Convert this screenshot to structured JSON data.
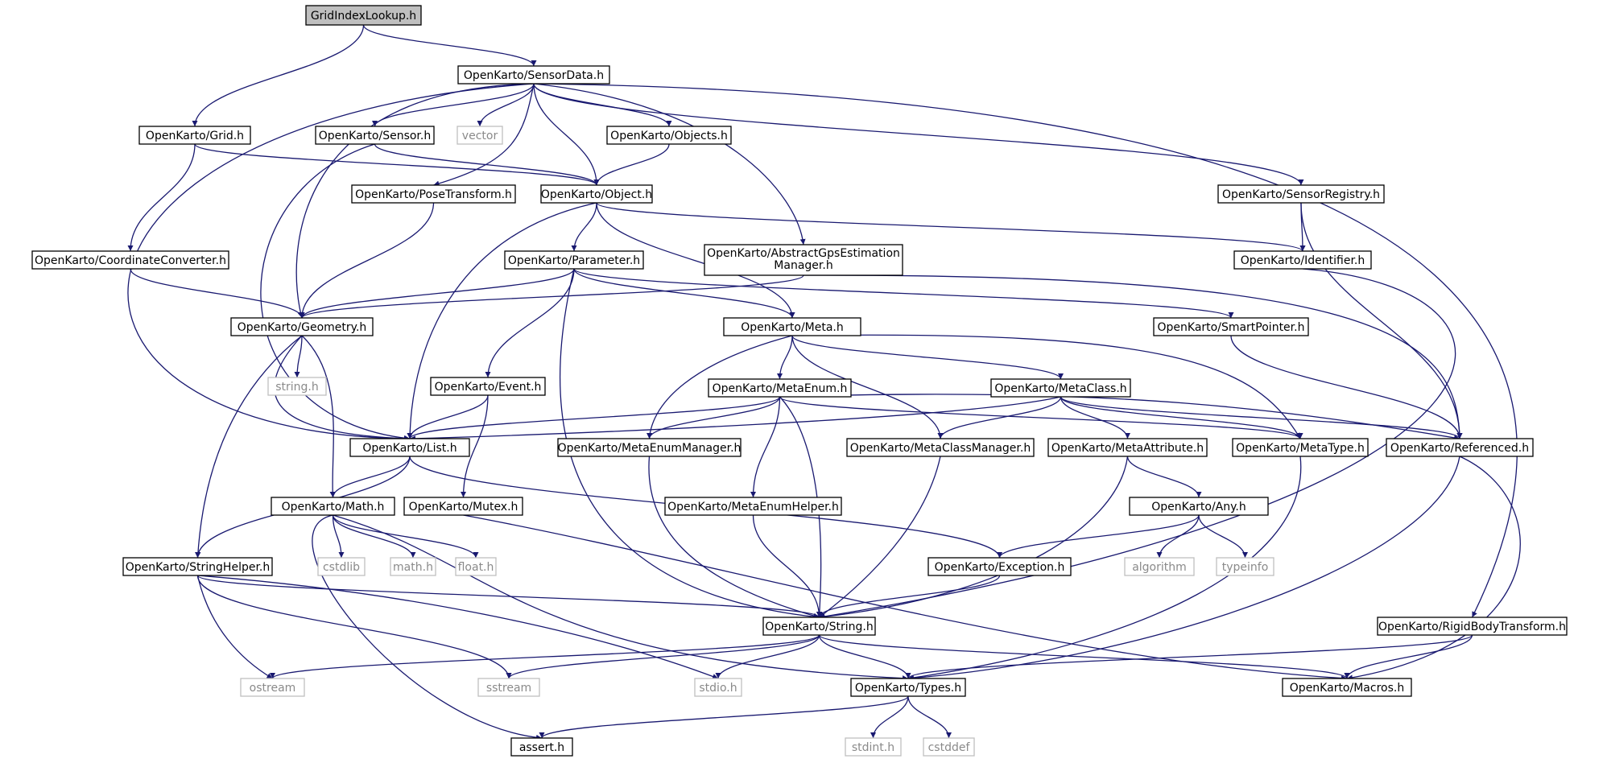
{
  "colors": {
    "edge": "#191970",
    "node_border": "#000000",
    "system_node_border": "#bfbfbf",
    "root_fill": "#bfbfbf"
  },
  "nodes": [
    {
      "id": "gridindexlookup",
      "label": "GridIndexLookup.h",
      "kind": "root"
    },
    {
      "id": "sensordata",
      "label": "OpenKarto/SensorData.h",
      "kind": "header"
    },
    {
      "id": "grid",
      "label": "OpenKarto/Grid.h",
      "kind": "header"
    },
    {
      "id": "sensor",
      "label": "OpenKarto/Sensor.h",
      "kind": "header"
    },
    {
      "id": "vector",
      "label": "vector",
      "kind": "system"
    },
    {
      "id": "objects",
      "label": "OpenKarto/Objects.h",
      "kind": "header"
    },
    {
      "id": "posetransform",
      "label": "OpenKarto/PoseTransform.h",
      "kind": "header"
    },
    {
      "id": "object",
      "label": "OpenKarto/Object.h",
      "kind": "header"
    },
    {
      "id": "sensorregistry",
      "label": "OpenKarto/SensorRegistry.h",
      "kind": "header"
    },
    {
      "id": "coordinateconverter",
      "label": "OpenKarto/CoordinateConverter.h",
      "kind": "header"
    },
    {
      "id": "parameter",
      "label": "OpenKarto/Parameter.h",
      "kind": "header"
    },
    {
      "id": "abstractgps",
      "label": "OpenKarto/AbstractGpsEstimation",
      "label2": "Manager.h",
      "kind": "header"
    },
    {
      "id": "identifier",
      "label": "OpenKarto/Identifier.h",
      "kind": "header"
    },
    {
      "id": "geometry",
      "label": "OpenKarto/Geometry.h",
      "kind": "header"
    },
    {
      "id": "meta",
      "label": "OpenKarto/Meta.h",
      "kind": "header"
    },
    {
      "id": "smartpointer",
      "label": "OpenKarto/SmartPointer.h",
      "kind": "header"
    },
    {
      "id": "string_h",
      "label": "string.h",
      "kind": "system"
    },
    {
      "id": "event",
      "label": "OpenKarto/Event.h",
      "kind": "header"
    },
    {
      "id": "metaenum",
      "label": "OpenKarto/MetaEnum.h",
      "kind": "header"
    },
    {
      "id": "metaclass",
      "label": "OpenKarto/MetaClass.h",
      "kind": "header"
    },
    {
      "id": "list",
      "label": "OpenKarto/List.h",
      "kind": "header"
    },
    {
      "id": "metaenummanager",
      "label": "OpenKarto/MetaEnumManager.h",
      "kind": "header"
    },
    {
      "id": "metaclassmanager",
      "label": "OpenKarto/MetaClassManager.h",
      "kind": "header"
    },
    {
      "id": "metaattribute",
      "label": "OpenKarto/MetaAttribute.h",
      "kind": "header"
    },
    {
      "id": "metatype",
      "label": "OpenKarto/MetaType.h",
      "kind": "header"
    },
    {
      "id": "referenced",
      "label": "OpenKarto/Referenced.h",
      "kind": "header"
    },
    {
      "id": "math",
      "label": "OpenKarto/Math.h",
      "kind": "header"
    },
    {
      "id": "mutex",
      "label": "OpenKarto/Mutex.h",
      "kind": "header"
    },
    {
      "id": "metaenumhelper",
      "label": "OpenKarto/MetaEnumHelper.h",
      "kind": "header"
    },
    {
      "id": "any",
      "label": "OpenKarto/Any.h",
      "kind": "header"
    },
    {
      "id": "stringhelper",
      "label": "OpenKarto/StringHelper.h",
      "kind": "header"
    },
    {
      "id": "cstdlib",
      "label": "cstdlib",
      "kind": "system"
    },
    {
      "id": "math_h",
      "label": "math.h",
      "kind": "system"
    },
    {
      "id": "float_h",
      "label": "float.h",
      "kind": "system"
    },
    {
      "id": "exception",
      "label": "OpenKarto/Exception.h",
      "kind": "header"
    },
    {
      "id": "algorithm",
      "label": "algorithm",
      "kind": "system"
    },
    {
      "id": "typeinfo",
      "label": "typeinfo",
      "kind": "system"
    },
    {
      "id": "string",
      "label": "OpenKarto/String.h",
      "kind": "header"
    },
    {
      "id": "rigidbody",
      "label": "OpenKarto/RigidBodyTransform.h",
      "kind": "header"
    },
    {
      "id": "ostream",
      "label": "ostream",
      "kind": "system"
    },
    {
      "id": "sstream",
      "label": "sstream",
      "kind": "system"
    },
    {
      "id": "stdio_h",
      "label": "stdio.h",
      "kind": "system"
    },
    {
      "id": "types",
      "label": "OpenKarto/Types.h",
      "kind": "header"
    },
    {
      "id": "macros",
      "label": "OpenKarto/Macros.h",
      "kind": "header"
    },
    {
      "id": "assert_h",
      "label": "assert.h",
      "kind": "header"
    },
    {
      "id": "stdint_h",
      "label": "stdint.h",
      "kind": "system"
    },
    {
      "id": "cstddef",
      "label": "cstddef",
      "kind": "system"
    }
  ],
  "edges": [
    [
      "gridindexlookup",
      "sensordata"
    ],
    [
      "gridindexlookup",
      "grid"
    ],
    [
      "sensordata",
      "sensor"
    ],
    [
      "sensordata",
      "vector"
    ],
    [
      "sensordata",
      "objects"
    ],
    [
      "sensordata",
      "posetransform"
    ],
    [
      "sensordata",
      "object"
    ],
    [
      "sensordata",
      "abstractgps"
    ],
    [
      "sensordata",
      "sensorregistry"
    ],
    [
      "sensordata",
      "rigidbody"
    ],
    [
      "sensordata",
      "geometry"
    ],
    [
      "sensordata",
      "list"
    ],
    [
      "grid",
      "object"
    ],
    [
      "grid",
      "coordinateconverter"
    ],
    [
      "sensor",
      "object"
    ],
    [
      "sensor",
      "list"
    ],
    [
      "objects",
      "object"
    ],
    [
      "posetransform",
      "geometry"
    ],
    [
      "object",
      "parameter"
    ],
    [
      "object",
      "meta"
    ],
    [
      "object",
      "identifier"
    ],
    [
      "object",
      "list"
    ],
    [
      "sensorregistry",
      "identifier"
    ],
    [
      "sensorregistry",
      "referenced"
    ],
    [
      "coordinateconverter",
      "geometry"
    ],
    [
      "parameter",
      "geometry"
    ],
    [
      "parameter",
      "meta"
    ],
    [
      "parameter",
      "smartpointer"
    ],
    [
      "parameter",
      "event"
    ],
    [
      "parameter",
      "string"
    ],
    [
      "abstractgps",
      "geometry"
    ],
    [
      "abstractgps",
      "referenced"
    ],
    [
      "identifier",
      "string"
    ],
    [
      "geometry",
      "string_h"
    ],
    [
      "geometry",
      "list"
    ],
    [
      "geometry",
      "math"
    ],
    [
      "geometry",
      "stringhelper"
    ],
    [
      "meta",
      "metaenum"
    ],
    [
      "meta",
      "metaclass"
    ],
    [
      "meta",
      "metaenummanager"
    ],
    [
      "meta",
      "metaclassmanager"
    ],
    [
      "meta",
      "metatype"
    ],
    [
      "smartpointer",
      "referenced"
    ],
    [
      "event",
      "list"
    ],
    [
      "event",
      "mutex"
    ],
    [
      "metaenum",
      "list"
    ],
    [
      "metaenum",
      "metaenummanager"
    ],
    [
      "metaenum",
      "metaenumhelper"
    ],
    [
      "metaenum",
      "string"
    ],
    [
      "metaenum",
      "metatype"
    ],
    [
      "metaenum",
      "referenced"
    ],
    [
      "metaclass",
      "list"
    ],
    [
      "metaclass",
      "metaclassmanager"
    ],
    [
      "metaclass",
      "metaattribute"
    ],
    [
      "metaclass",
      "metatype"
    ],
    [
      "metaclass",
      "referenced"
    ],
    [
      "list",
      "math"
    ],
    [
      "list",
      "stringhelper"
    ],
    [
      "list",
      "exception"
    ],
    [
      "metaenummanager",
      "string"
    ],
    [
      "metaclassmanager",
      "string"
    ],
    [
      "metaattribute",
      "any"
    ],
    [
      "metaattribute",
      "string"
    ],
    [
      "metatype",
      "types"
    ],
    [
      "referenced",
      "types"
    ],
    [
      "referenced",
      "macros"
    ],
    [
      "math",
      "cstdlib"
    ],
    [
      "math",
      "math_h"
    ],
    [
      "math",
      "float_h"
    ],
    [
      "math",
      "assert_h"
    ],
    [
      "math",
      "types"
    ],
    [
      "mutex",
      "macros"
    ],
    [
      "metaenumhelper",
      "string"
    ],
    [
      "any",
      "exception"
    ],
    [
      "any",
      "algorithm"
    ],
    [
      "any",
      "typeinfo"
    ],
    [
      "stringhelper",
      "string"
    ],
    [
      "stringhelper",
      "ostream"
    ],
    [
      "stringhelper",
      "sstream"
    ],
    [
      "stringhelper",
      "stdio_h"
    ],
    [
      "exception",
      "string"
    ],
    [
      "string",
      "ostream"
    ],
    [
      "string",
      "sstream"
    ],
    [
      "string",
      "stdio_h"
    ],
    [
      "string",
      "types"
    ],
    [
      "string",
      "macros"
    ],
    [
      "rigidbody",
      "types"
    ],
    [
      "rigidbody",
      "macros"
    ],
    [
      "types",
      "assert_h"
    ],
    [
      "types",
      "stdint_h"
    ],
    [
      "types",
      "cstddef"
    ]
  ]
}
